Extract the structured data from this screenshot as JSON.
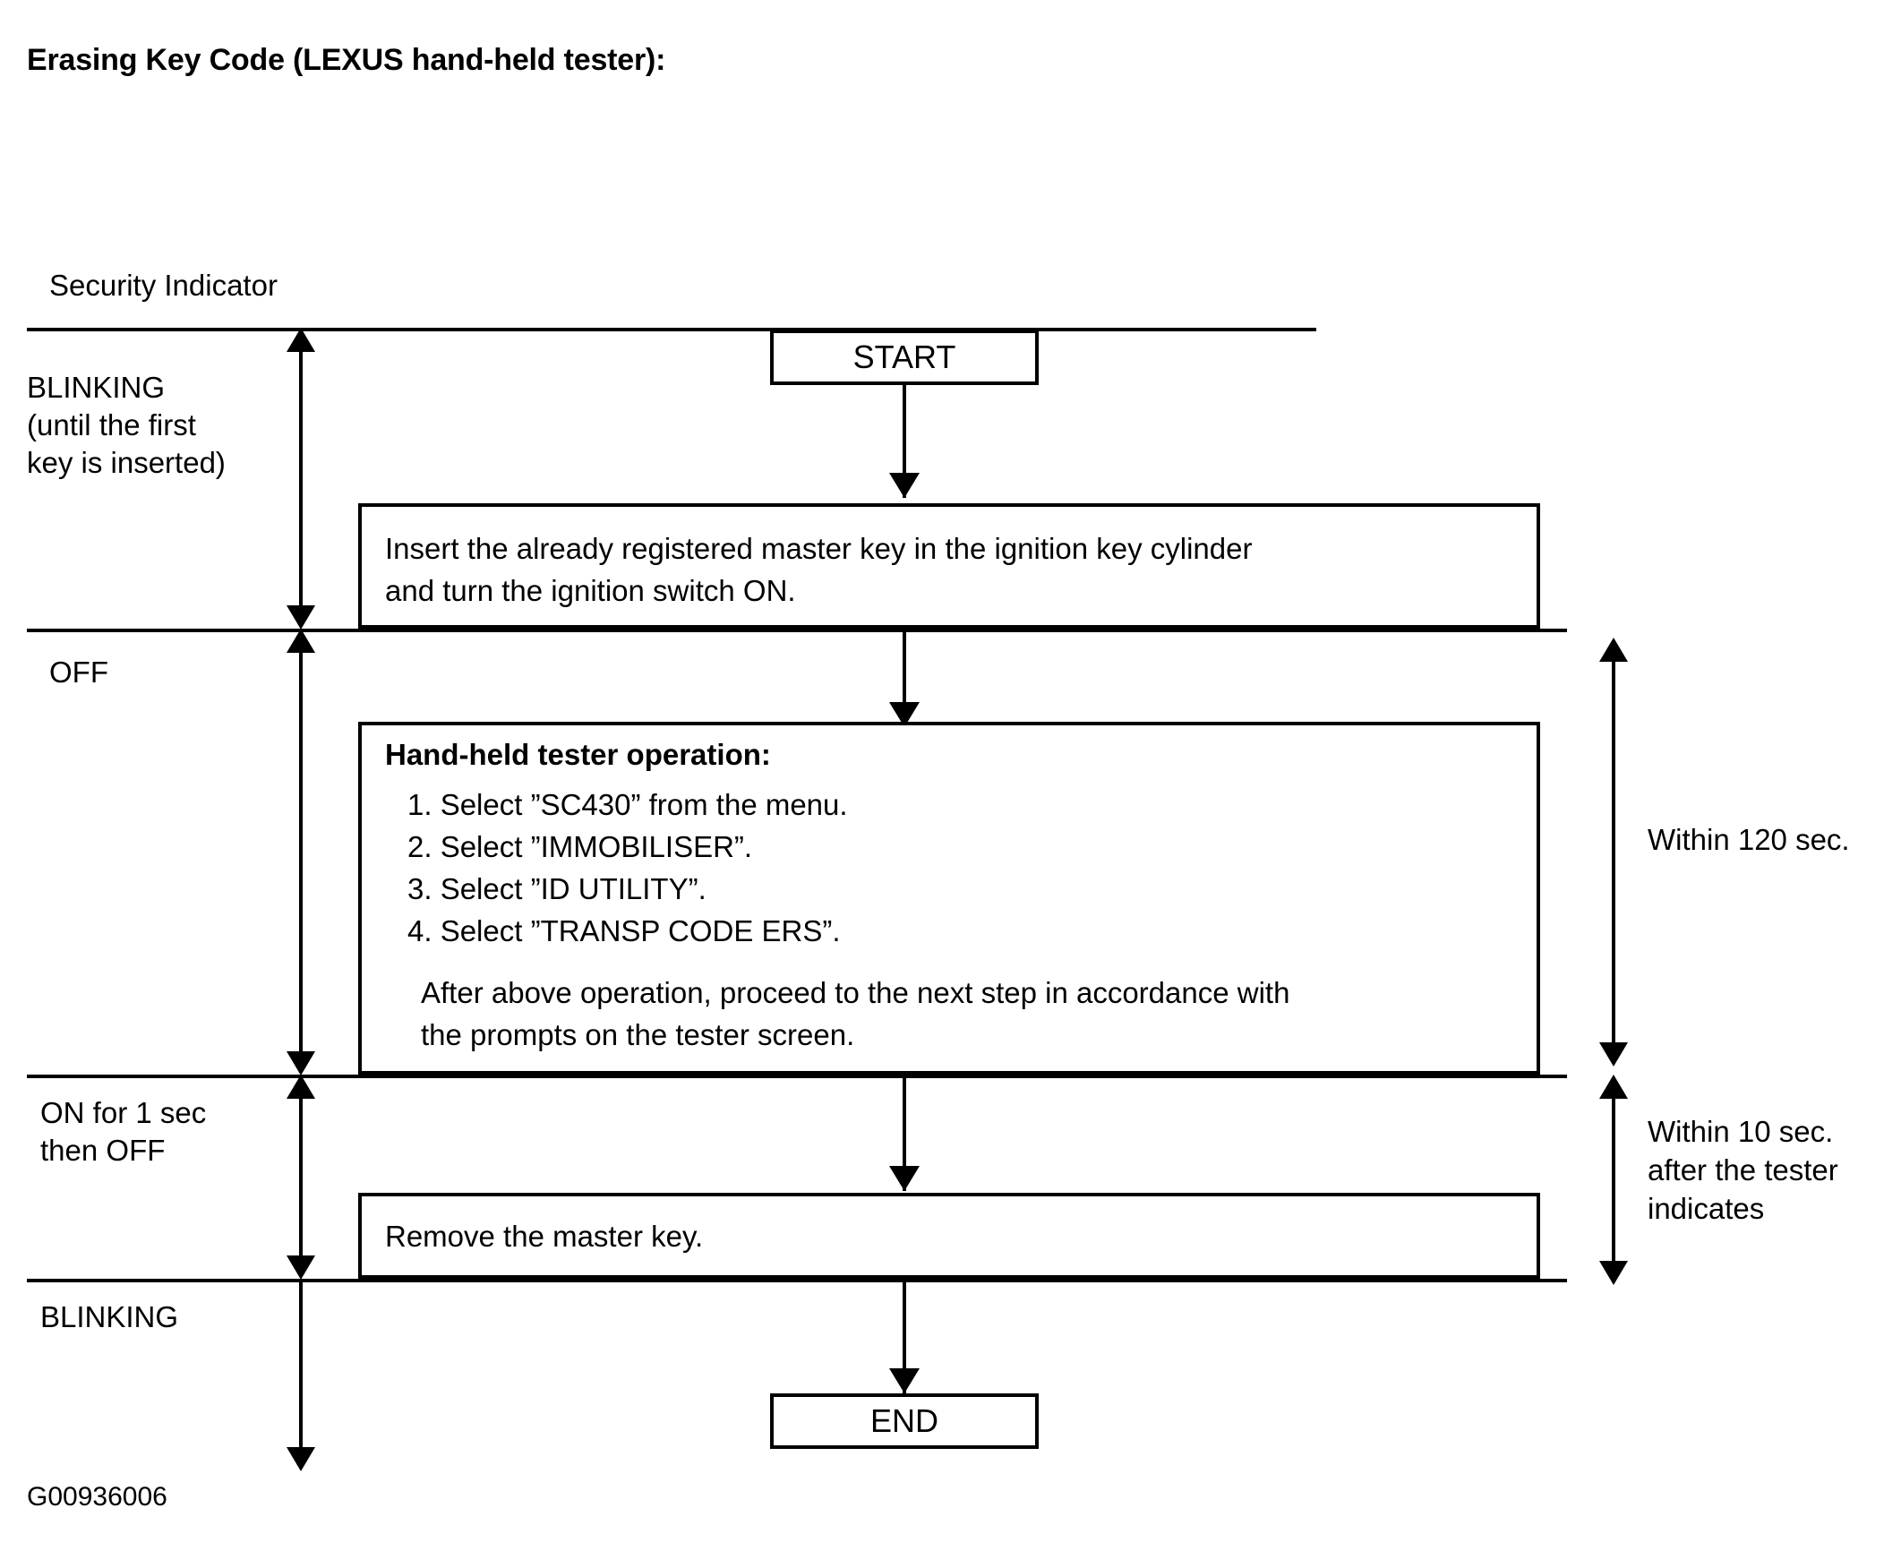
{
  "document": {
    "title": "Erasing Key Code (LEXUS hand-held tester):",
    "figure_id": "G00936006"
  },
  "security_indicator": {
    "heading": "Security Indicator",
    "states": [
      {
        "label": "BLINKING\n(until  the  first\nkey is inserted)"
      },
      {
        "label": "OFF"
      },
      {
        "label": "ON for 1 sec\nthen OFF"
      },
      {
        "label": "BLINKING"
      }
    ]
  },
  "flow": {
    "start": "START",
    "end": "END",
    "step_insert_key": "Insert the already registered master key in the ignition key cylinder\nand turn the ignition switch ON.",
    "tester": {
      "heading": "Hand-held tester operation:",
      "steps": [
        "1. Select ”SC430” from the menu.",
        "2. Select ”IMMOBILISER”.",
        "3. Select ”ID UTILITY”.",
        "4. Select ”TRANSP CODE ERS”."
      ],
      "note": "After above operation, proceed to the next step in accordance with\nthe prompts on the tester screen."
    },
    "step_remove_key": "Remove the master key."
  },
  "timing": {
    "within_120": "Within 120 sec.",
    "within_10": "Within 10 sec.\nafter the tester\nindicates"
  },
  "colors": {
    "ink": "#000000",
    "paper": "#ffffff"
  }
}
